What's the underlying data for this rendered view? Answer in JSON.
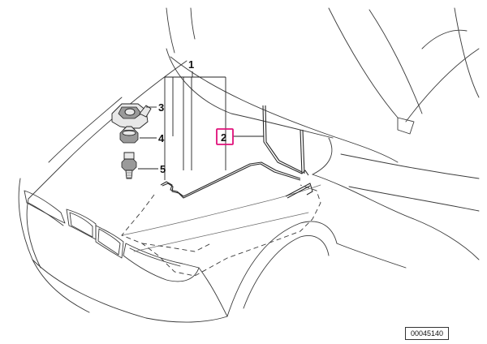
{
  "callouts": [
    {
      "id": "1",
      "label": "1",
      "highlighted": false
    },
    {
      "id": "2",
      "label": "2",
      "highlighted": true
    },
    {
      "id": "3",
      "label": "3",
      "highlighted": false
    },
    {
      "id": "4",
      "label": "4",
      "highlighted": false
    },
    {
      "id": "5",
      "label": "5",
      "highlighted": false
    }
  ],
  "diagram_id": "00045140",
  "colors": {
    "highlight": "#e0107a",
    "line": "#3a3a3a",
    "background": "#ffffff"
  }
}
